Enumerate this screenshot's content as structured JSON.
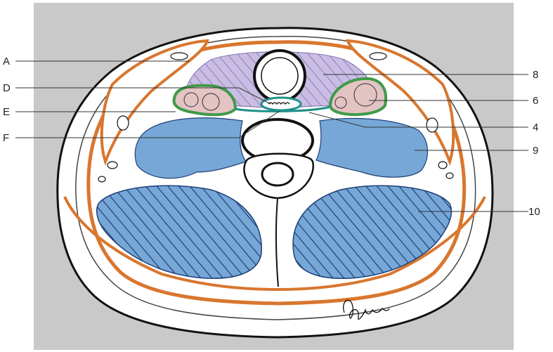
{
  "figure": {
    "background_color": "#c9c9c9",
    "colors": {
      "fascia_orange": "#d9762e",
      "fascia_green": "#3f9a4a",
      "fascia_teal": "#1f8f8a",
      "muscle_blue": "#76a7d6",
      "hatch_blue": "#4f80c0",
      "hatch_lavender": "#c3b6dc",
      "vessel_pink": "#e3c3c3",
      "skin_white": "#ffffff",
      "outline_black": "#111111"
    },
    "structures": [
      "skin",
      "superficial-fascia",
      "trachea",
      "esophagus",
      "thyroid-area",
      "carotid-sheath-left",
      "carotid-sheath-right",
      "prevertebral-muscles",
      "vertebral-body",
      "spinal-cord",
      "deep-back-muscles",
      "cervical-fascia-layer"
    ],
    "signature_icon": "artist-signature"
  },
  "labels_left": [
    {
      "id": "A",
      "text": "A"
    },
    {
      "id": "D",
      "text": "D"
    },
    {
      "id": "E",
      "text": "E"
    },
    {
      "id": "F",
      "text": "F"
    }
  ],
  "labels_right": [
    {
      "id": "8",
      "text": "8"
    },
    {
      "id": "6",
      "text": "6"
    },
    {
      "id": "4",
      "text": "4"
    },
    {
      "id": "9",
      "text": "9"
    },
    {
      "id": "10",
      "text": "10"
    }
  ]
}
